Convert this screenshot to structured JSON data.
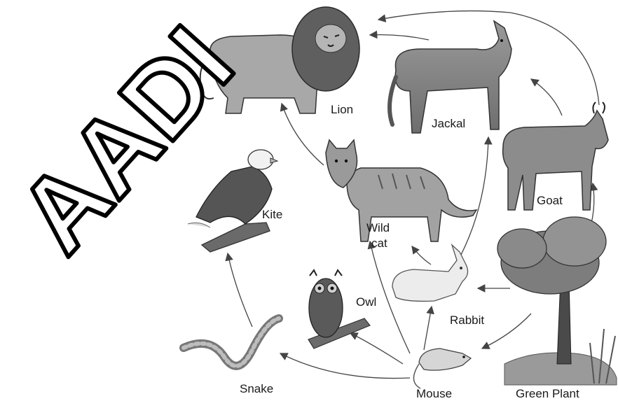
{
  "watermark": "AADI",
  "labels": {
    "lion": "Lion",
    "jackal": "Jackal",
    "goat": "Goat",
    "kite": "Kite",
    "wildcat_line1": "Wild",
    "wildcat_line2": "cat",
    "owl": "Owl",
    "rabbit": "Rabbit",
    "snake": "Snake",
    "mouse": "Mouse",
    "green_plant": "Green Plant"
  },
  "icons": [
    "lion-icon",
    "jackal-icon",
    "goat-icon",
    "kite-icon",
    "wild-cat-icon",
    "owl-icon",
    "rabbit-icon",
    "snake-icon",
    "mouse-icon",
    "green-plant-icon"
  ],
  "colors": {
    "ink": "#1a1a1a",
    "arrow": "#444444",
    "watermark_stroke": "#000000"
  },
  "food_web_links": [
    [
      "Green Plant",
      "Goat"
    ],
    [
      "Green Plant",
      "Rabbit"
    ],
    [
      "Green Plant",
      "Mouse"
    ],
    [
      "Goat",
      "Jackal"
    ],
    [
      "Goat",
      "Lion"
    ],
    [
      "Rabbit",
      "Jackal"
    ],
    [
      "Rabbit",
      "Wild cat"
    ],
    [
      "Mouse",
      "Wild cat"
    ],
    [
      "Mouse",
      "Rabbit"
    ],
    [
      "Mouse",
      "Owl"
    ],
    [
      "Mouse",
      "Snake"
    ],
    [
      "Snake",
      "Kite"
    ],
    [
      "Wild cat",
      "Lion"
    ],
    [
      "Jackal",
      "Lion"
    ]
  ]
}
